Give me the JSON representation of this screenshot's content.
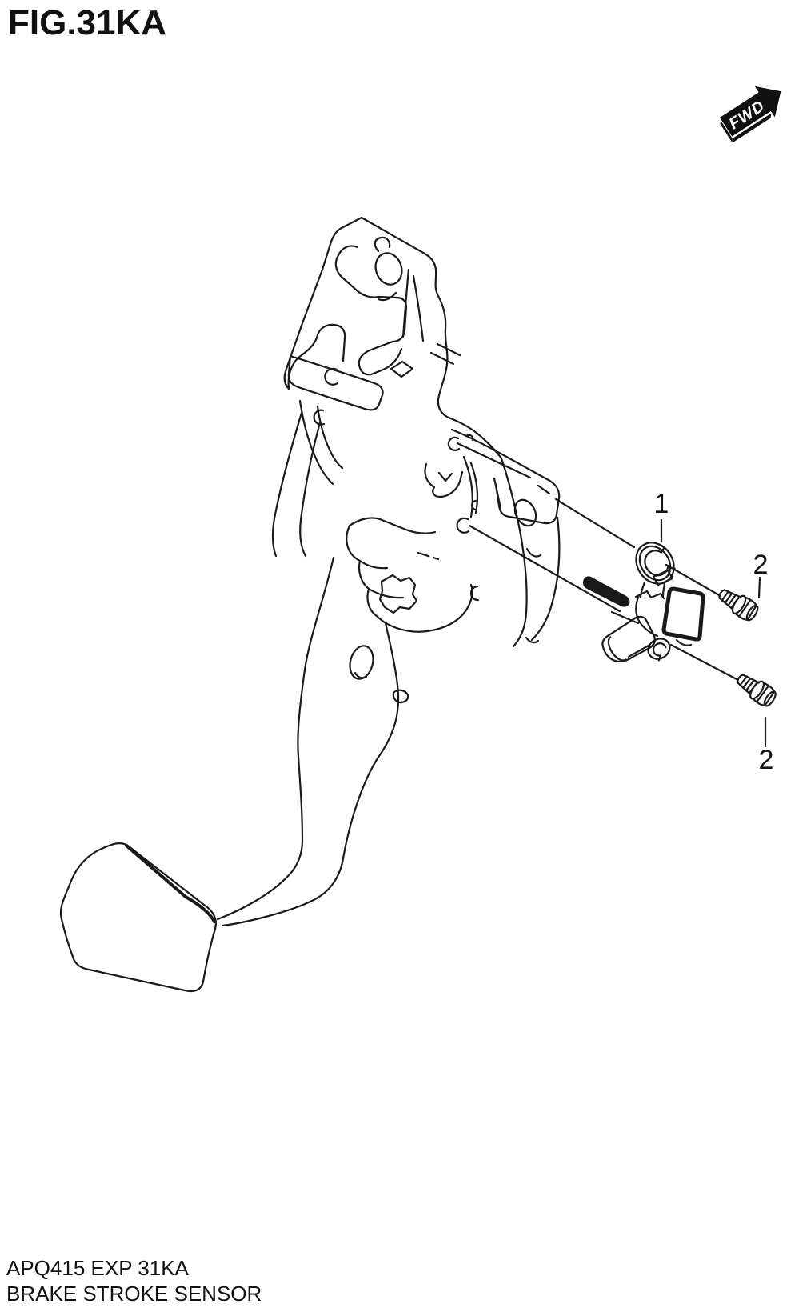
{
  "page": {
    "background": "#ffffff",
    "line_color": "#1a1a1a"
  },
  "header": {
    "figure_title": "FIG.31KA"
  },
  "fwd_badge": {
    "label": "FWD"
  },
  "callouts": [
    {
      "part": "brake-stroke-sensor",
      "number": "1"
    },
    {
      "part": "mounting-bolt-upper",
      "number": "2"
    },
    {
      "part": "mounting-bolt-lower",
      "number": "2"
    }
  ],
  "footer": {
    "model_code": "APQ415 EXP 31KA",
    "figure_name": "BRAKE STROKE SENSOR"
  }
}
